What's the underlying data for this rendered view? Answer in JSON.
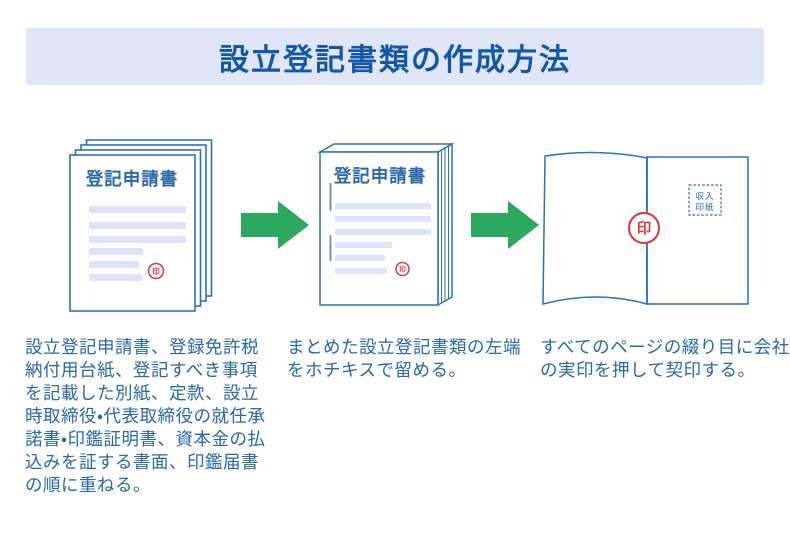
{
  "banner": {
    "title": "設立登記書類の作成方法"
  },
  "steps": [
    {
      "id": "stack-documents",
      "doc_title": "登記申請書",
      "stamp_label": "印",
      "caption": "設立登記申請書、登録免許税納付用台紙、登記すべき事項を記載した別紙、定款、設立時取締役・代表取締役の就任承諾書・印鑑証明書、資本金の払込みを証する書面、印鑑届書の順に重ねる。"
    },
    {
      "id": "staple-booklet",
      "doc_title": "登記申請書",
      "stamp_label": "印",
      "caption": "まとめた設立登記書類の左端をホチキスで留める。"
    },
    {
      "id": "seal-pages",
      "stamp_label": "印",
      "revenue_stamp_lines": [
        "収入",
        "印紙"
      ],
      "caption": "すべてのページの綴り目に会社の実印を押して契印する。"
    }
  ],
  "colors": {
    "page_bg": "#FFFFFF",
    "banner_bg": "#E0E6F8",
    "title_text": "#1159A8",
    "caption_text": "#2A67AC",
    "doc_title_text": "#2A67AC",
    "outline": "#2E70B6",
    "placeholder_line": "#DFE4F8",
    "stamp_red": "#D23C3C",
    "arrow_green": "#2BA95F",
    "staple_gray": "#8E8E8E"
  }
}
